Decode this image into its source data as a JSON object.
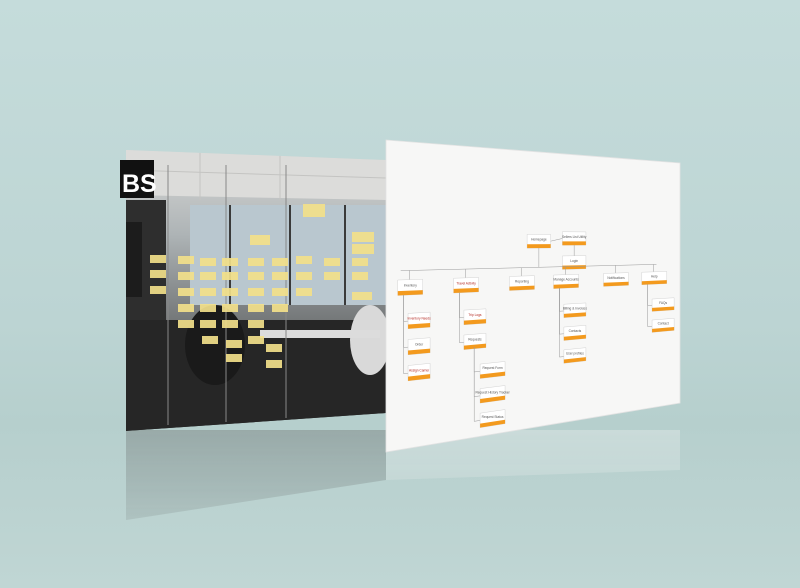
{
  "photo_panel": {
    "logo_letters": "BS",
    "sticky_notes_color": "#f2e08a"
  },
  "sitemap_panel": {
    "accent_color": "#f39a1e",
    "root": {
      "label": "Homepage"
    },
    "top_right_node": {
      "label": "Sellers List Utility"
    },
    "login_node": {
      "label": "Login"
    },
    "sections": [
      {
        "label": "Inventory",
        "red": false,
        "children": [
          {
            "label": "Inventory Needs",
            "red": true
          },
          {
            "label": "Order",
            "red": false
          },
          {
            "label": "Assign Carrier",
            "red": true
          }
        ]
      },
      {
        "label": "Travel Activity",
        "red": true,
        "children": [
          {
            "label": "Trip Logs",
            "red": true
          },
          {
            "label": "Requests",
            "red": false
          }
        ]
      },
      {
        "label": "Reporting",
        "red": false,
        "children": []
      },
      {
        "label": "Manage Accounts",
        "red": false,
        "children": [
          {
            "label": "Billing & Invoices",
            "red": false
          },
          {
            "label": "Contacts",
            "red": false
          },
          {
            "label": "User profiles",
            "red": false
          }
        ]
      },
      {
        "label": "Notifications",
        "red": false,
        "children": []
      },
      {
        "label": "Help",
        "red": false,
        "children": [
          {
            "label": "FAQs",
            "red": false
          },
          {
            "label": "Contact",
            "red": false
          }
        ]
      }
    ],
    "request_children": [
      {
        "label": "Request Form"
      },
      {
        "label": "Request History Tracker"
      },
      {
        "label": "Request Status"
      }
    ]
  }
}
